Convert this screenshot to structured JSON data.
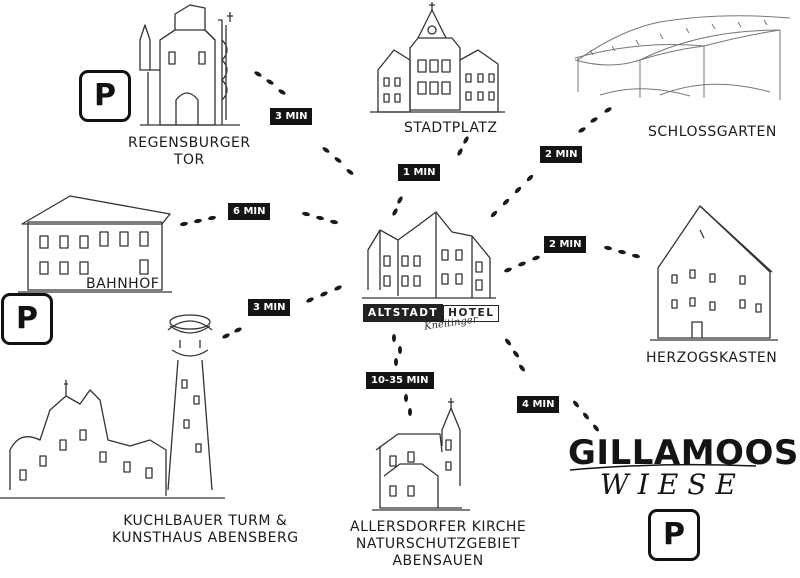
{
  "hotel": {
    "brand_left": "ALTSTADT",
    "brand_right": "HOTEL",
    "script": "Kneitinger"
  },
  "locations": [
    {
      "id": "regensburger-tor",
      "line1": "REGENSBURGER",
      "line2": "TOR",
      "time": "3 MIN"
    },
    {
      "id": "stadtplatz",
      "line1": "STADTPLATZ",
      "time": "1 MIN"
    },
    {
      "id": "schlossgarten",
      "line1": "SCHLOSSGARTEN",
      "time": "2 MIN"
    },
    {
      "id": "bahnhof",
      "line1": "BAHNHOF",
      "time": "6 MIN"
    },
    {
      "id": "herzogskasten",
      "line1": "HERZOGSKASTEN",
      "time": "2 MIN"
    },
    {
      "id": "kuchlbauer",
      "line1": "KUCHLBAUER TURM &",
      "line2": "KUNSTHAUS ABENSBERG",
      "time": "3 MIN"
    },
    {
      "id": "allersdorfer",
      "line1": "ALLERSDORFER KIRCHE",
      "line2": "NATURSCHUTZGEBIET",
      "line3": "ABENSAUEN",
      "time": "10-35 MIN"
    },
    {
      "id": "gillamoos",
      "line1": "GILLAMOOS",
      "line2": "WIESE",
      "time": "4 MIN"
    }
  ],
  "parking_label": "P",
  "colors": {
    "ink": "#141414",
    "paper": "#ffffff",
    "sketch": "#555555"
  }
}
